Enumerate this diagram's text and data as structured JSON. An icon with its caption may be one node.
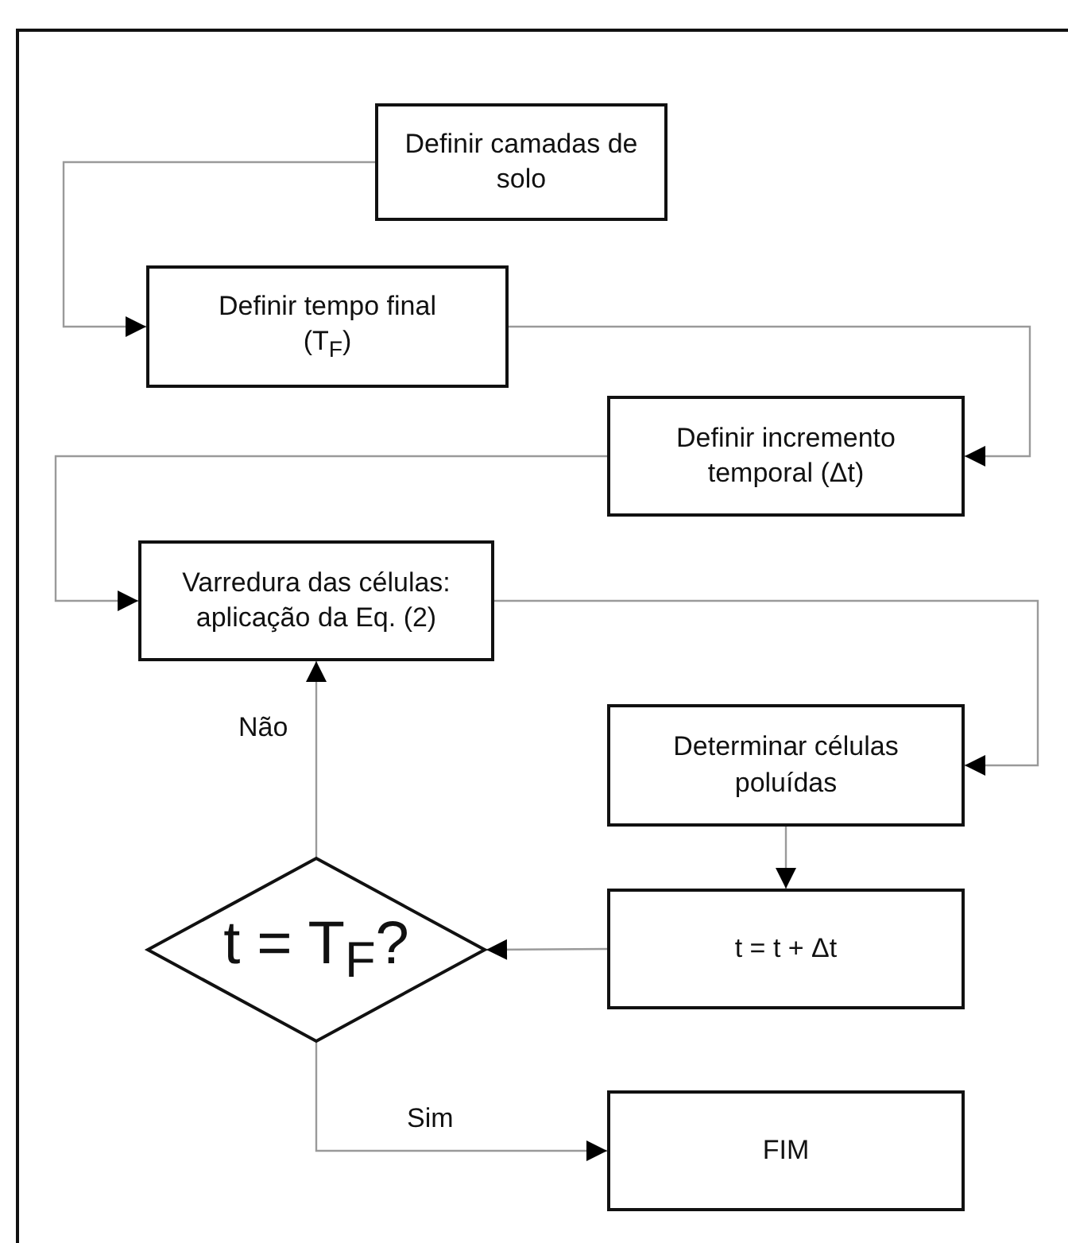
{
  "diagram": {
    "nodes": [
      {
        "text": [
          "Definir camadas de solo"
        ]
      },
      {
        "text": [
          "Definir tempo final (T$_{F}$)"
        ]
      },
      {
        "text": [
          "Definir incremento temporal (Δt)"
        ]
      },
      {
        "text": [
          "Varredura das células: aplicação da Eq. (2)"
        ]
      },
      {
        "text": [
          "Determinar células poluídas"
        ]
      },
      {
        "text": [
          "t = t + Δt"
        ]
      },
      {
        "text": [
          "t = T$_{F}$?"
        ]
      },
      {
        "text": [
          "FIM"
        ]
      }
    ],
    "edges": [
      {
        "from": 0,
        "to": 1,
        "arrow": "to"
      },
      {
        "from": 1,
        "to": 2,
        "arrow": "to"
      },
      {
        "from": 2,
        "to": 3,
        "arrow": "to"
      },
      {
        "from": 3,
        "to": 4,
        "arrow": "to"
      },
      {
        "from": 4,
        "to": 5,
        "arrow": "to"
      },
      {
        "from": 5,
        "to": 6,
        "arrow": "to"
      },
      {
        "from": 6,
        "to": 3,
        "arrow": "to",
        "label": "Não"
      },
      {
        "from": 6,
        "to": 7,
        "arrow": "to",
        "label": "Sim"
      }
    ]
  }
}
